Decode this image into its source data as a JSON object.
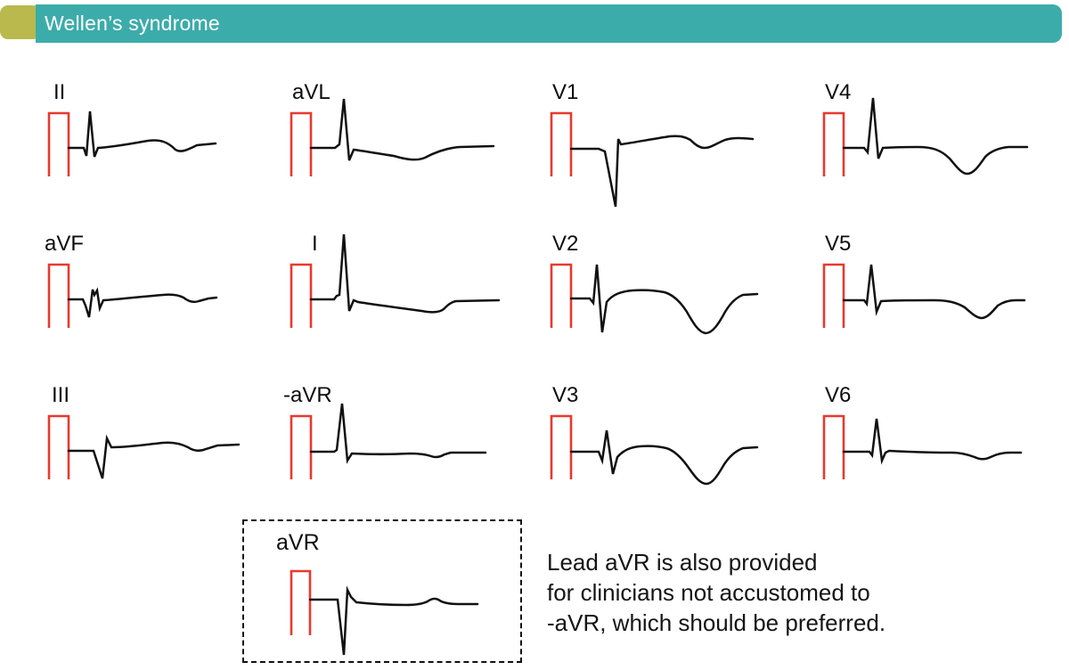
{
  "header": {
    "title": "Wellen’s syndrome"
  },
  "colors": {
    "accent_tab": "#b9b94e",
    "header_bar": "#3cacaa",
    "calibration_pulse": "#e8392e",
    "ecg_trace": "#111111",
    "header_text": "#ffffff"
  },
  "leads": [
    {
      "label": "II"
    },
    {
      "label": "aVL"
    },
    {
      "label": "V1"
    },
    {
      "label": "V4"
    },
    {
      "label": "aVF"
    },
    {
      "label": "I"
    },
    {
      "label": "V2"
    },
    {
      "label": "V5"
    },
    {
      "label": "III"
    },
    {
      "label": "-aVR"
    },
    {
      "label": "V3"
    },
    {
      "label": "V6"
    }
  ],
  "inset": {
    "label": "aVR",
    "note_lines": [
      "Lead aVR is also provided",
      "for clinicians not accustomed to",
      "-aVR, which should be preferred."
    ]
  }
}
